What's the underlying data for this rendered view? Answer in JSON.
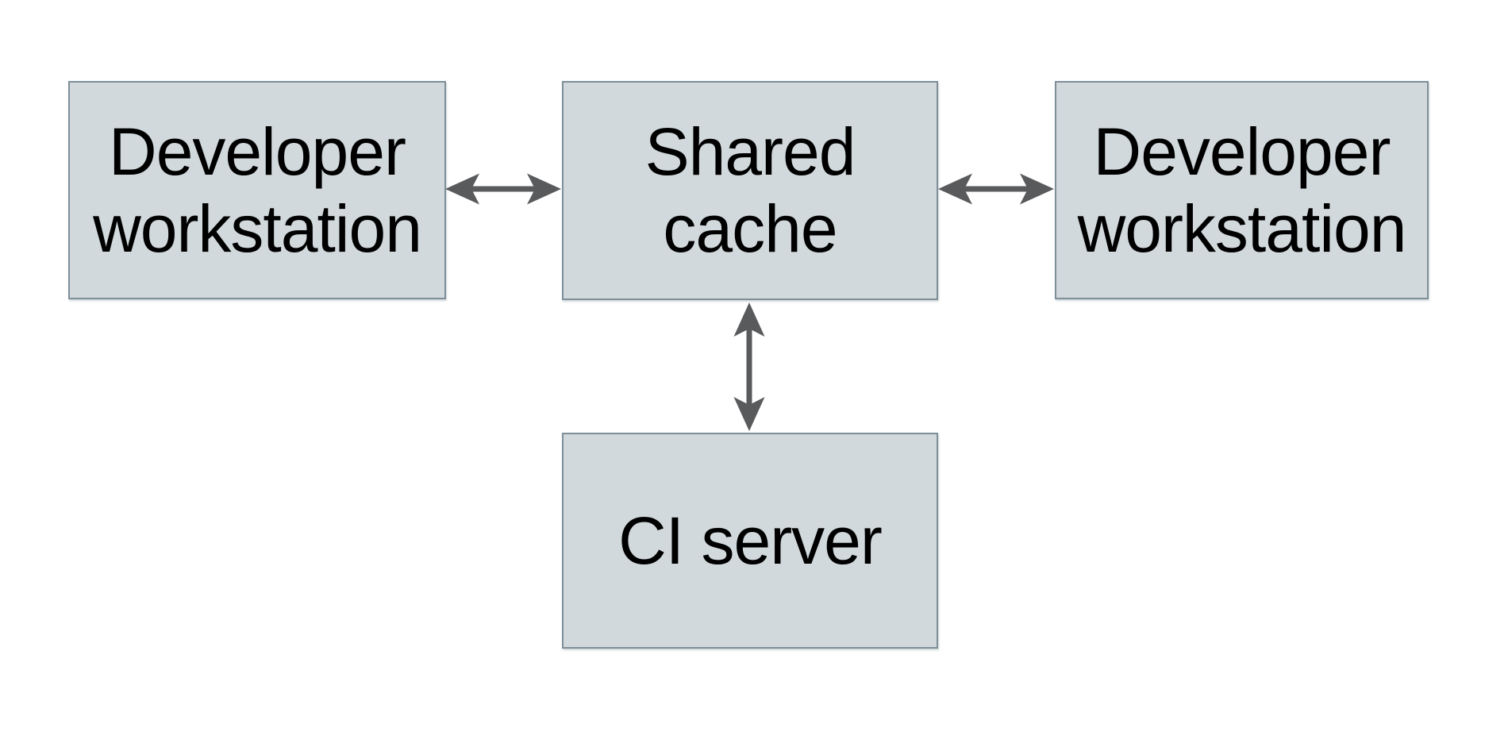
{
  "diagram": {
    "type": "architecture-diagram",
    "background": "#ffffff",
    "nodes": [
      {
        "id": "developer-workstation-left",
        "label": "Developer workstation"
      },
      {
        "id": "shared-cache",
        "label": "Shared cache"
      },
      {
        "id": "developer-workstation-right",
        "label": "Developer workstation"
      },
      {
        "id": "ci-server",
        "label": "CI server"
      }
    ],
    "edges": [
      {
        "from": "developer-workstation-left",
        "to": "shared-cache",
        "direction": "bidirectional",
        "orientation": "horizontal"
      },
      {
        "from": "shared-cache",
        "to": "developer-workstation-right",
        "direction": "bidirectional",
        "orientation": "horizontal"
      },
      {
        "from": "shared-cache",
        "to": "ci-server",
        "direction": "bidirectional",
        "orientation": "vertical"
      }
    ],
    "colors": {
      "node_fill": "#d2d9dc",
      "node_border": "#7e8f99",
      "arrow": "#595a5c",
      "text": "#000000",
      "background": "#ffffff"
    }
  }
}
